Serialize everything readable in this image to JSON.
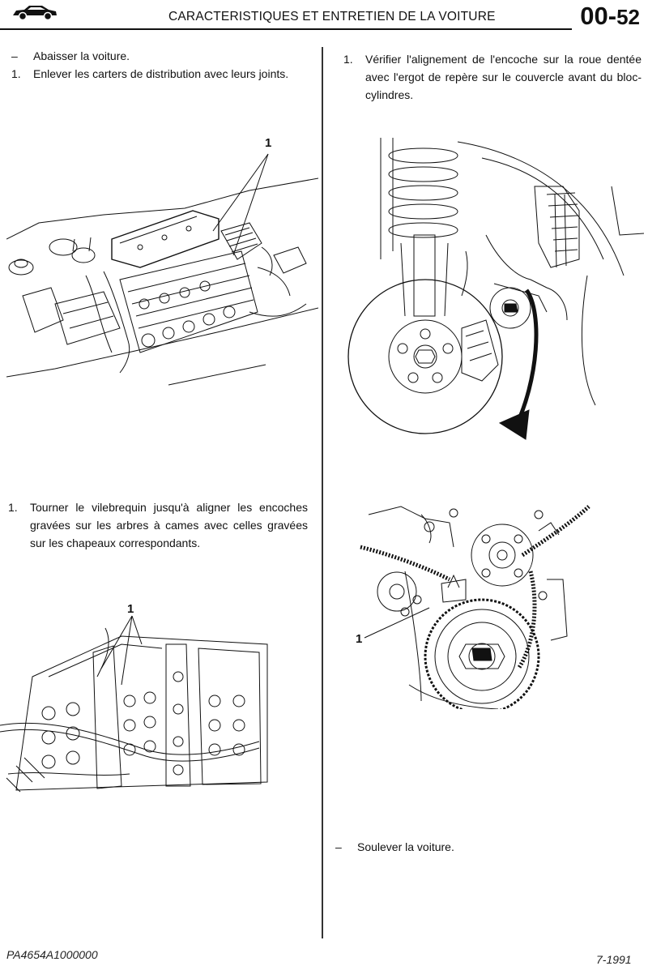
{
  "header": {
    "car_icon": "car-icon",
    "title": "CARACTERISTIQUES ET ENTRETIEN DE LA VOITURE",
    "page_number_main": "00-",
    "page_number_sub": "52"
  },
  "left_column": {
    "steps_top": [
      {
        "marker": "–",
        "text": "Abaisser la voiture."
      },
      {
        "marker": "1.",
        "text": "Enlever les carters de distribution avec leurs joints."
      }
    ],
    "figure_1_label": "1",
    "step_middle": {
      "marker": "1.",
      "text": "Tourner le vilebrequin jusqu'à aligner les encoches gravées sur les arbres à cames avec celles gravées sur les chapeaux correspondants."
    },
    "figure_2_label": "1"
  },
  "right_column": {
    "step_top": {
      "marker": "1.",
      "text": "Vérifier l'alignement de l'encoche sur la roue dentée avec l'ergot de repère sur le couvercle avant du bloc-cylindres."
    },
    "figure_4_label": "1",
    "step_bottom": {
      "marker": "–",
      "text": "Soulever la voiture."
    }
  },
  "footer": {
    "doc_code": "PA4654A1000000",
    "date": "7-1991"
  }
}
